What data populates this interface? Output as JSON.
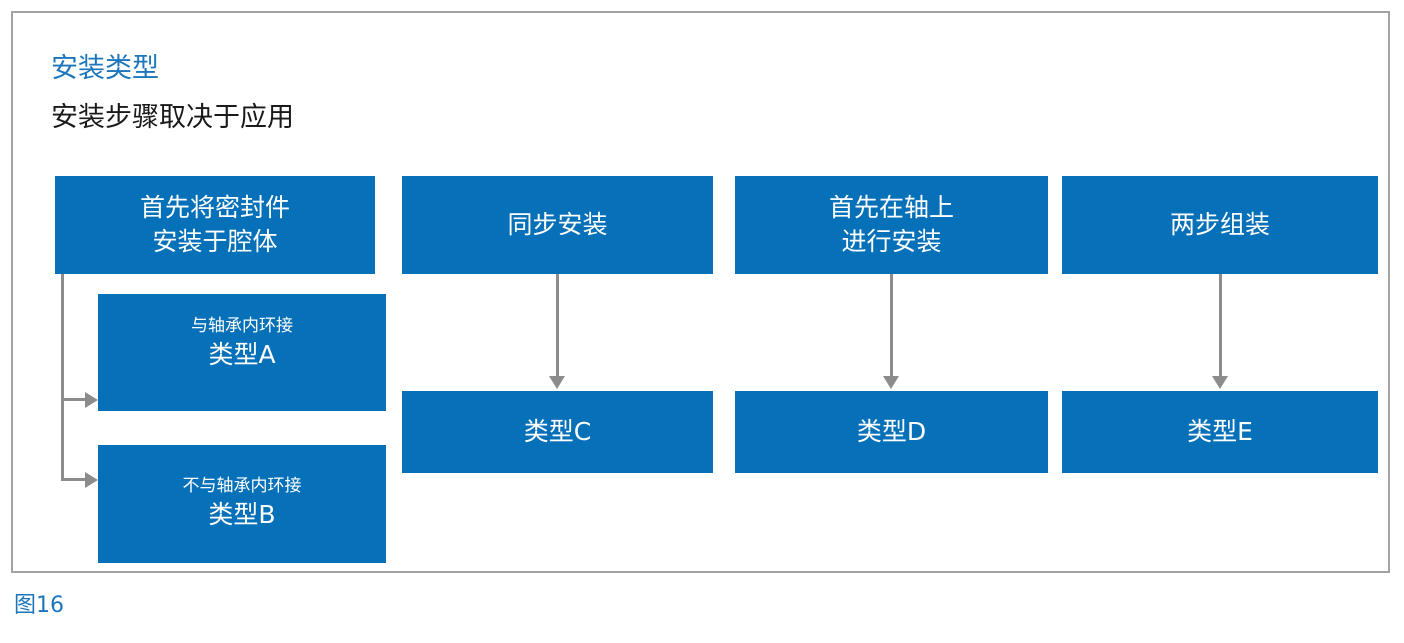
{
  "figure": {
    "title": "安装类型",
    "subtitle": "安装步骤取决于应用",
    "caption": "图16",
    "colors": {
      "box_fill": "#0670b8",
      "box_text": "#ffffff",
      "title_blue": "#1c76bc",
      "connector_gray": "#8c8c8c",
      "panel_border": "#a2a2a2",
      "background": "#ffffff"
    }
  },
  "flow": {
    "top_row": [
      {
        "id": "seal-first",
        "lines": [
          "首先将密封件",
          "安装于腔体"
        ]
      },
      {
        "id": "sync-install",
        "lines": [
          "同步安装"
        ]
      },
      {
        "id": "shaft-first",
        "lines": [
          "首先在轴上",
          "进行安装"
        ]
      },
      {
        "id": "two-step",
        "lines": [
          "两步组装"
        ]
      }
    ],
    "branch_boxes": [
      {
        "id": "type-a",
        "caption": "与轴承内环接",
        "label": "类型A"
      },
      {
        "id": "type-b",
        "caption": "不与轴承内环接",
        "label": "类型B"
      }
    ],
    "bottom_row": [
      {
        "id": "type-c",
        "label": "类型C"
      },
      {
        "id": "type-d",
        "label": "类型D"
      },
      {
        "id": "type-e",
        "label": "类型E"
      }
    ]
  }
}
